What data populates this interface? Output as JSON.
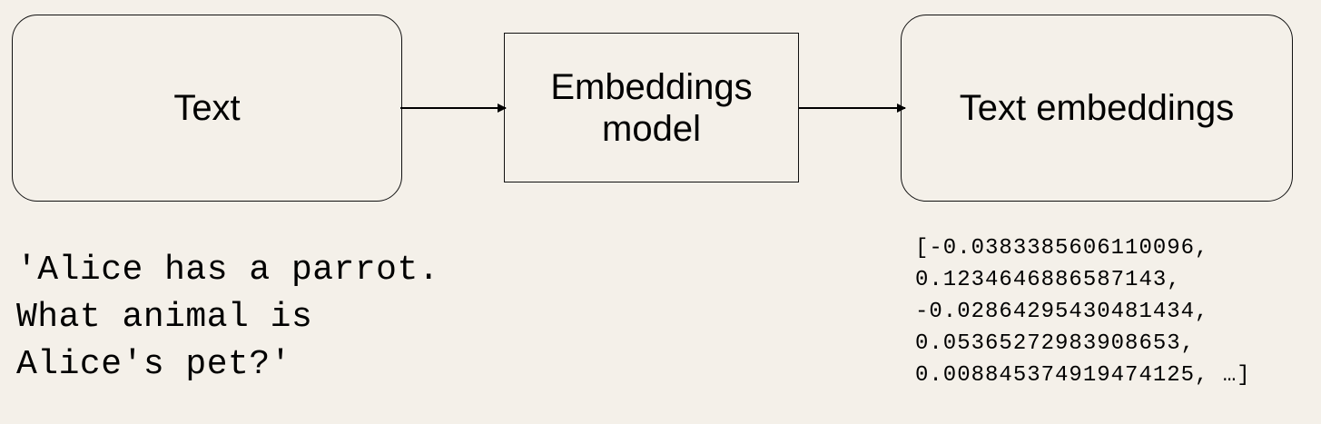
{
  "diagram": {
    "nodes": {
      "text": {
        "label": "Text"
      },
      "model": {
        "label": "Embeddings\nmodel"
      },
      "embeddings": {
        "label": "Text embeddings"
      }
    },
    "edges": [
      {
        "from": "text",
        "to": "model"
      },
      {
        "from": "model",
        "to": "embeddings"
      }
    ],
    "example_input": "'Alice has a parrot.\nWhat animal is\nAlice's pet?'",
    "example_output": "[-0.0383385606110096,\n0.1234646886587143,\n-0.02864295430481434,\n0.05365272983908653,\n0.008845374919474125, …]"
  }
}
